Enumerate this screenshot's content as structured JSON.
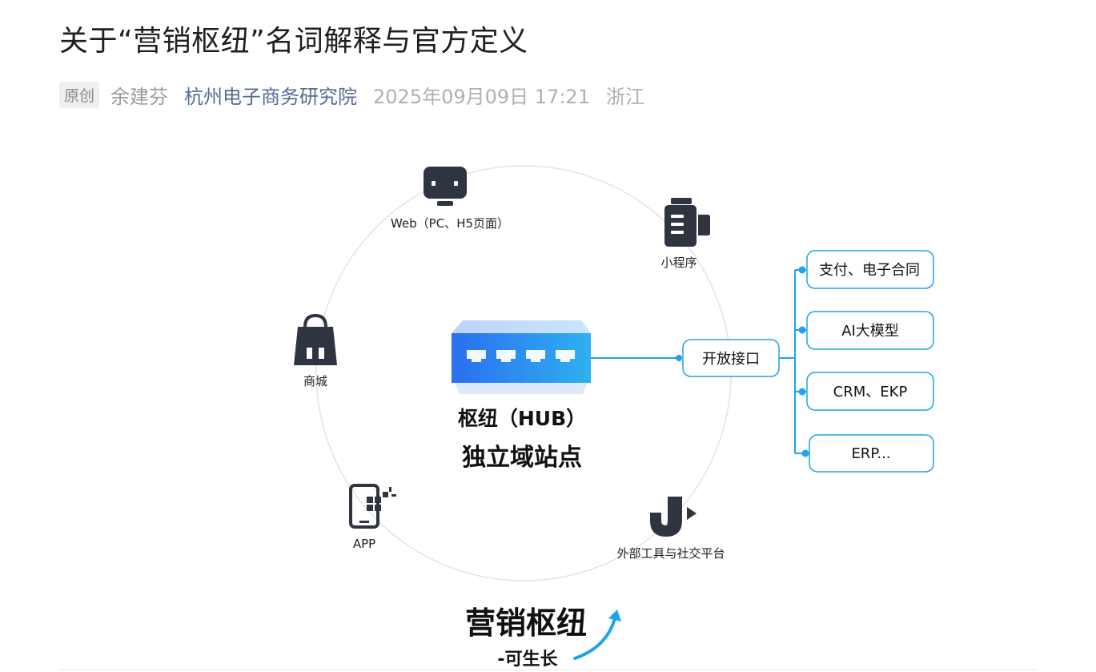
{
  "article": {
    "title": "关于“营销枢纽”名词解释与官方定义",
    "badge": "原创",
    "author": "余建芬",
    "account": "杭州电子商务研究院",
    "datetime": "2025年09月09日 17:21",
    "location": "浙江"
  },
  "figure": {
    "channels": {
      "web": "Web（PC、H5页面）",
      "miniprogram": "小程序",
      "mall": "商城",
      "app": "APP",
      "external": "外部工具与社交平台"
    },
    "hub": {
      "line1": "枢纽（HUB）",
      "line2": "独立域站点"
    },
    "open_api": "开放接口",
    "integrations": [
      "支付、电子合同",
      "AI大模型",
      "CRM、EKP",
      "ERP..."
    ],
    "caption": {
      "main": "营销枢纽",
      "sub": "-可生长"
    },
    "colors": {
      "accent": "#1fa3ea",
      "hub_blue": "#2f7cf0",
      "icon_dark": "#2e3440"
    }
  }
}
